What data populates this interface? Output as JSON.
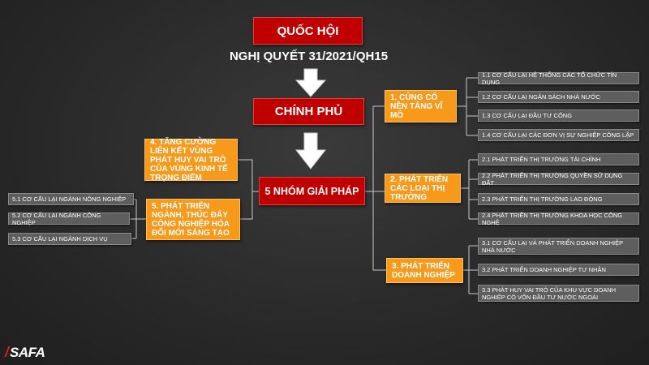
{
  "header": {
    "top": "QUỐC HỘI",
    "resolution": "NGHỊ QUYẾT 31/2021/QH15"
  },
  "government": "CHÍNH PHỦ",
  "center": "5 NHÓM GIẢI PHÁP",
  "groups": {
    "g1": {
      "label": "1. CỦNG CỐ NỀN TẢNG VĨ MÔ",
      "items": [
        "1.1 CƠ CẤU LẠI HỆ THỐNG CÁC TỔ CHỨC TÍN DỤNG",
        "1.2 CƠ CẤU LẠI NGÂN SÁCH NHÀ NƯỚC",
        "1.3 CƠ CẤU LẠI ĐẦU TƯ CÔNG",
        "1.4 CƠ CẤU LẠI CÁC ĐƠN VỊ SỰ NGHIỆP CÔNG LẬP"
      ]
    },
    "g2": {
      "label": "2. PHÁT TRIỂN CÁC LOẠI THỊ TRƯỜNG",
      "items": [
        "2.1 PHÁT TRIỂN THỊ TRƯỜNG TÀI CHÍNH",
        "2.2 PHÁT TRIỂN THỊ TRƯỜNG QUYỀN SỬ DỤNG ĐẤT",
        "2.3 PHÁT TRIỂN THỊ TRƯỜNG LAO ĐỘNG",
        "2.4 PHÁT TRIỂN THỊ TRƯỜNG KHOA HỌC CÔNG NGHỆ"
      ]
    },
    "g3": {
      "label": "3. PHÁT TRIỂN DOANH NGHIỆP",
      "items": [
        "3.1 CƠ CẤU LẠI VÀ PHÁT TRIỂN DOANH NGHIỆP NHÀ NƯỚC",
        "3.2 PHÁT TRIỂN DOANH NGHIỆP TƯ NHÂN",
        "3.3 PHÁT HUY VAI TRÒ CỦA KHU VỰC DOANH NGHIỆP CÓ VỐN ĐẦU TƯ NƯỚC NGOÀI"
      ]
    },
    "g4": {
      "label": "4. TĂNG CƯỜNG LIÊN KẾT VÙNG PHÁT HUY VAI TRÒ CỦA VÙNG KINH TẾ TRỌNG ĐIỂM"
    },
    "g5": {
      "label": "5. PHÁT TRIỂN NGÀNH, THÚC ĐẨY CÔNG NGHIỆP HÓA ĐỔI MỚI SÁNG TẠO",
      "items": [
        "5.1 CƠ CẤU LẠI NGÀNH NÔNG NGHIỆP",
        "5.2 CƠ CẤU LẠI NGÀNH CÔNG NGHIỆP",
        "5.3 CƠ CẤU LẠI NGÀNH DỊCH VỤ"
      ]
    }
  },
  "logo": {
    "mark": "/",
    "text": "SAFA"
  },
  "colors": {
    "red": "#c00000",
    "orange": "#f79a1c",
    "gray": "#5e5e5e",
    "background": "#2b2b2b"
  }
}
